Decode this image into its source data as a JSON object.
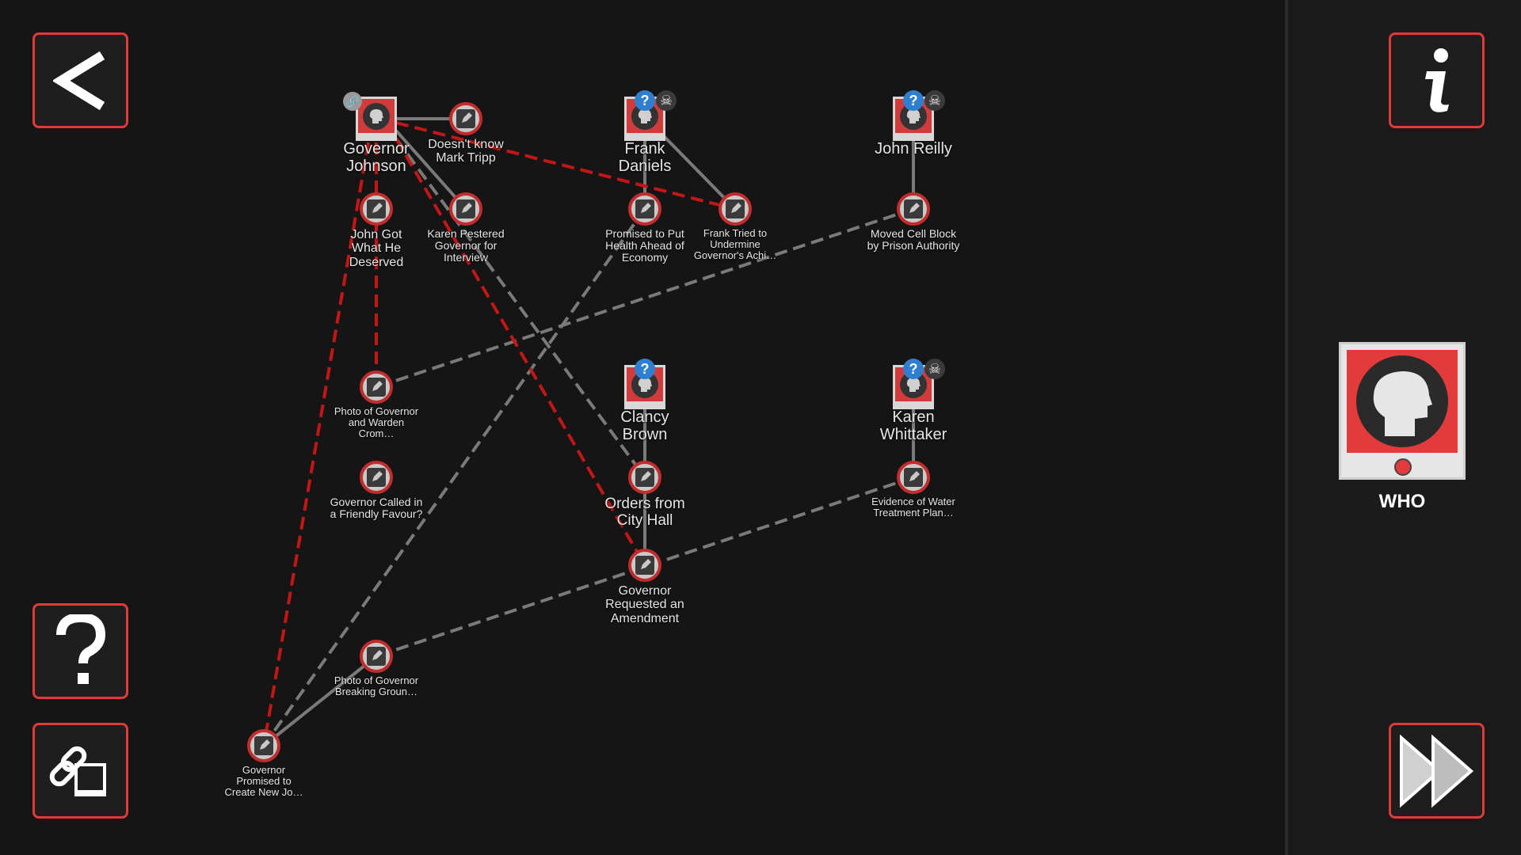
{
  "toolbar": {
    "back": "back-icon",
    "help": "question-icon",
    "link_mode": "link-card-icon",
    "info": "info-icon",
    "fast_forward": "fast-forward-icon"
  },
  "colors": {
    "accent": "#e03a3a",
    "link_red": "#c41616",
    "link_gray": "#7a7a7a",
    "background": "#151515",
    "question_badge": "#2f7fd0"
  },
  "people": [
    {
      "id": "governor",
      "name": "Governor Johnson",
      "badges": [
        "link"
      ]
    },
    {
      "id": "frank",
      "name": "Frank Daniels",
      "badges": [
        "question",
        "skull"
      ]
    },
    {
      "id": "reilly",
      "name": "John Reilly",
      "badges": [
        "question",
        "skull"
      ]
    },
    {
      "id": "clancy",
      "name": "Clancy Brown",
      "badges": [
        "question"
      ]
    },
    {
      "id": "karen",
      "name": "Karen Whittaker",
      "badges": [
        "question",
        "skull"
      ]
    }
  ],
  "clues": [
    {
      "id": "c1",
      "text": "Doesn't know Mark Tripp"
    },
    {
      "id": "c2",
      "text": "John Got What He Deserved"
    },
    {
      "id": "c3",
      "text": "Karen Pestered Governor for Interview"
    },
    {
      "id": "c4",
      "text": "Promised to Put Health Ahead of Economy"
    },
    {
      "id": "c5",
      "text": "Frank Tried to Undermine Governor's Achi…"
    },
    {
      "id": "c6",
      "text": "Moved Cell Block by Prison Authority"
    },
    {
      "id": "c7",
      "text": "Photo of Governor and Warden Crom…"
    },
    {
      "id": "c8",
      "text": "Governor Called in a Friendly Favour?"
    },
    {
      "id": "c9",
      "text": "Orders from City Hall"
    },
    {
      "id": "c10",
      "text": "Evidence of Water Treatment Plan…"
    },
    {
      "id": "c11",
      "text": "Governor Requested an Amendment"
    },
    {
      "id": "c12",
      "text": "Photo of Governor Breaking Groun…"
    },
    {
      "id": "c13",
      "text": "Governor Promised to Create New Jo…"
    }
  ],
  "selected": {
    "label": "WHO"
  }
}
